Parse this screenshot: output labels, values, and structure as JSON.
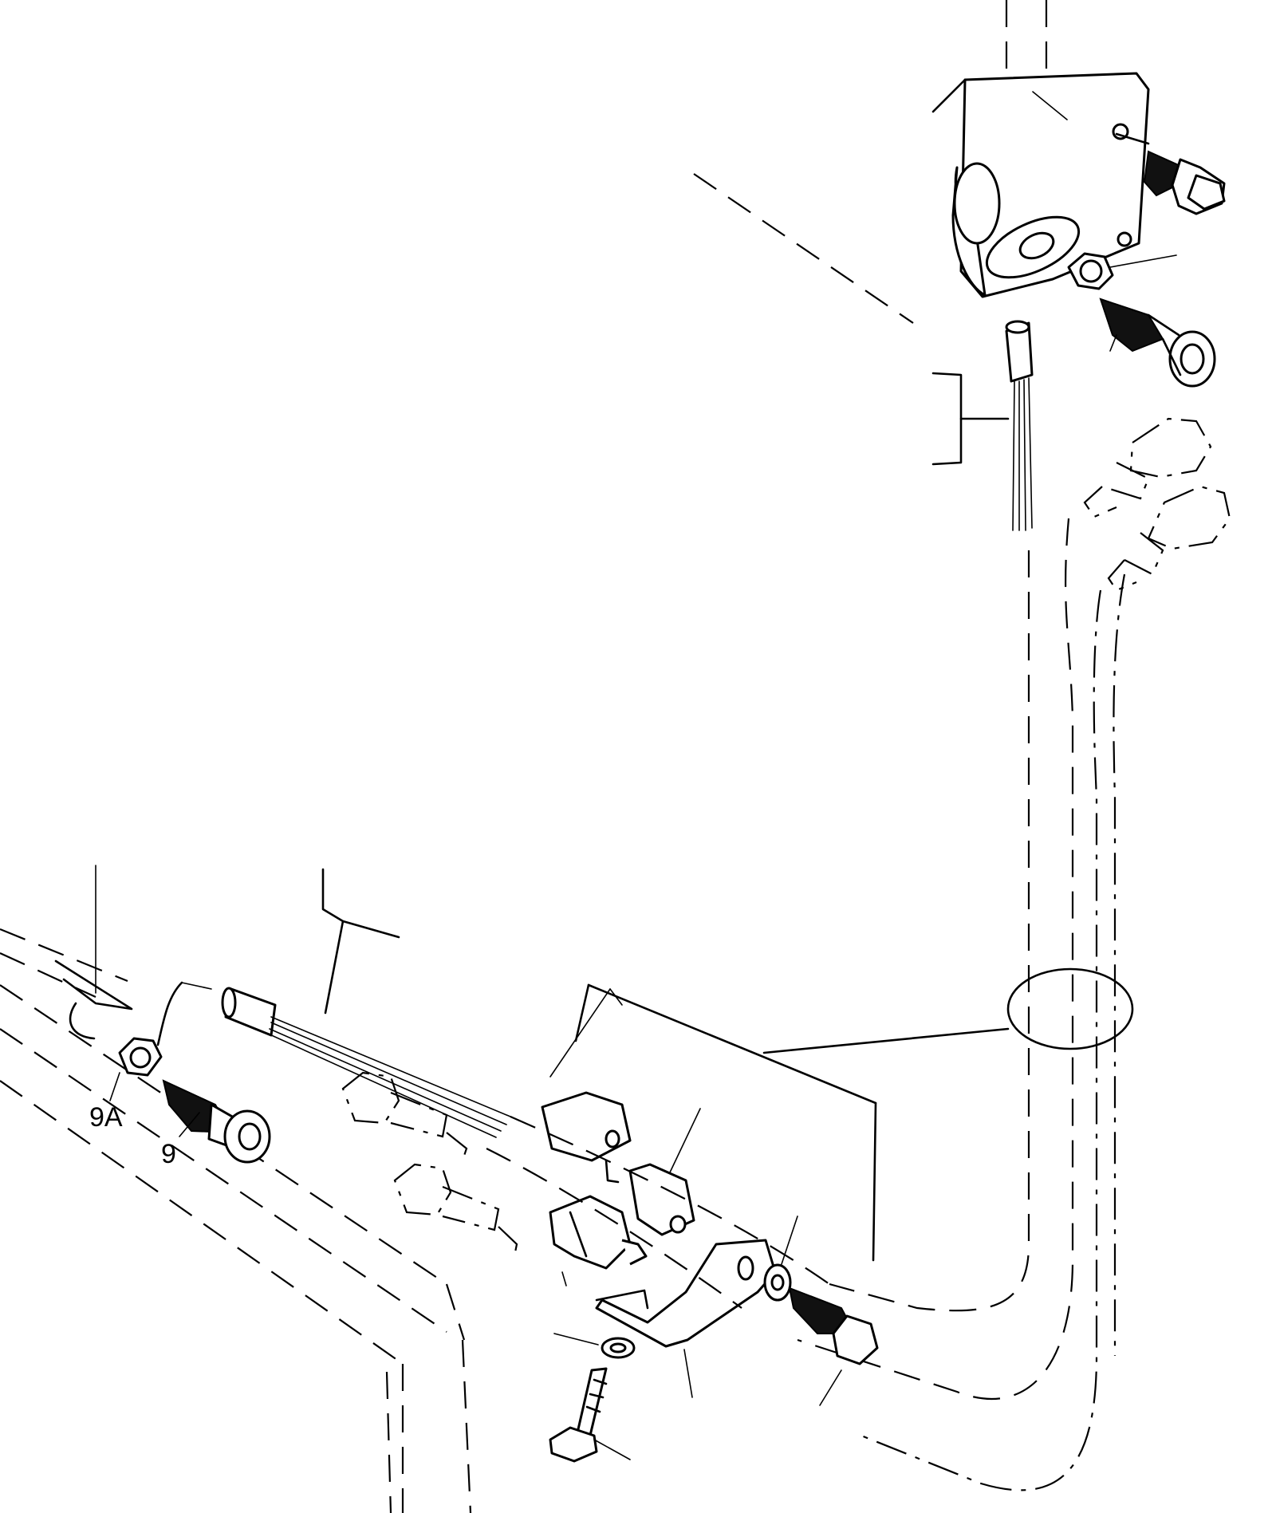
{
  "diagram": {
    "type": "exploded-parts-view",
    "labels": [
      {
        "id": "9A",
        "text": "9A"
      },
      {
        "id": "9",
        "text": "9"
      }
    ]
  }
}
